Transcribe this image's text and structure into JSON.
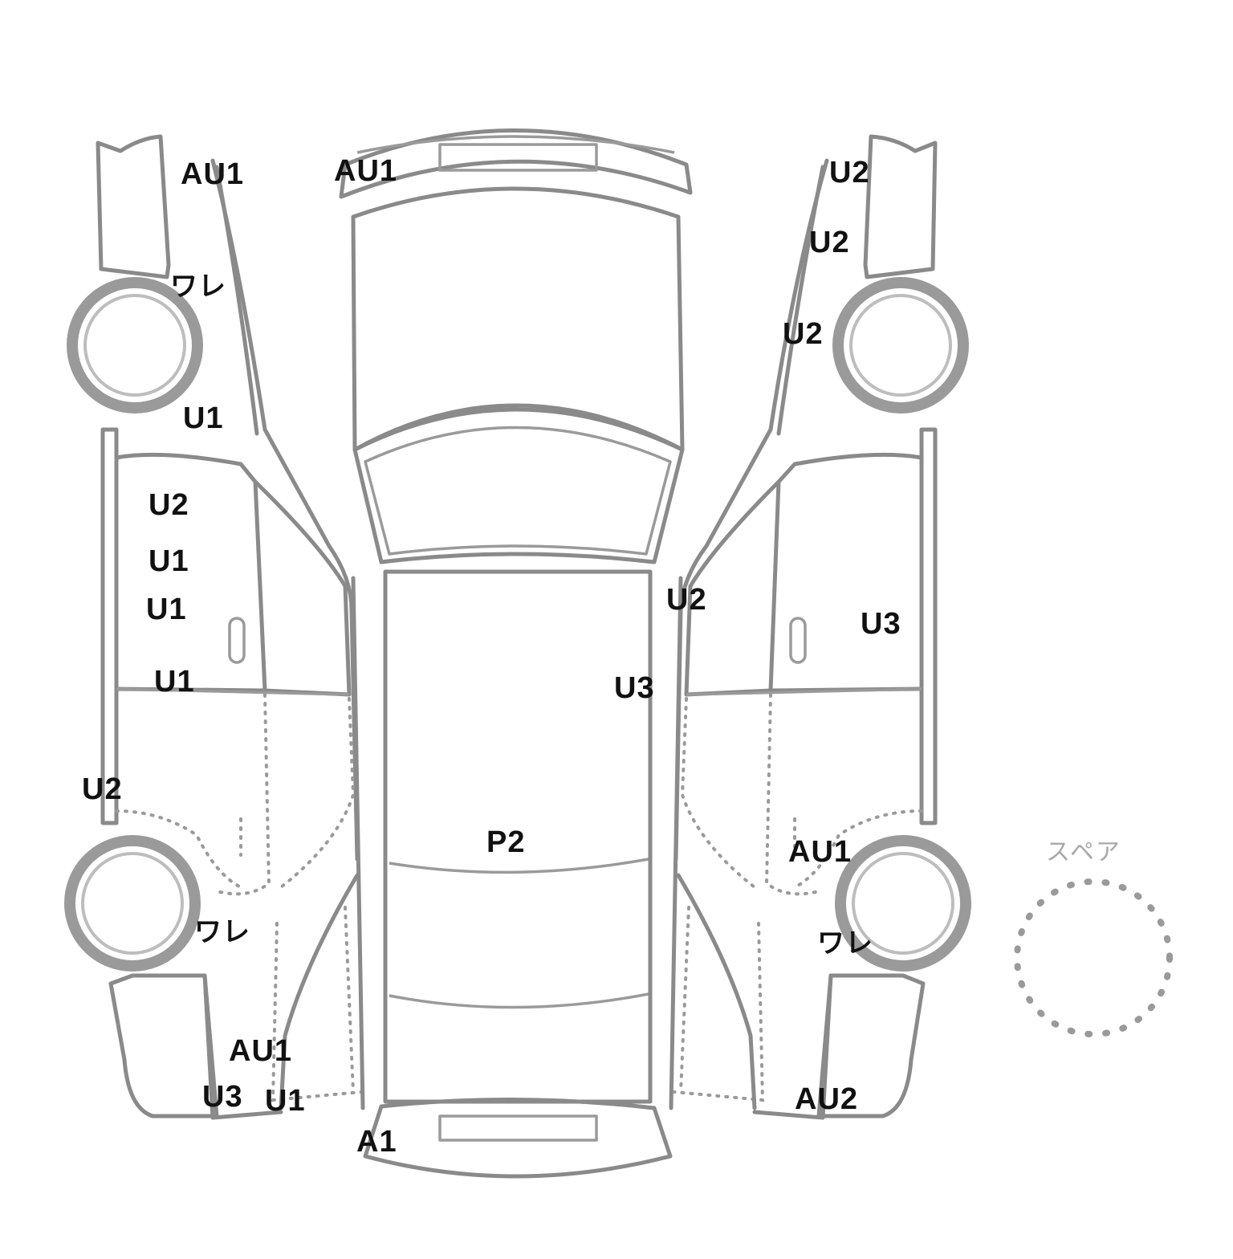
{
  "spare_label": "スペア",
  "marks": {
    "left_1": "AU1",
    "left_2": "ワレ",
    "left_3": "U1",
    "left_4": "U2",
    "left_5": "U1",
    "left_6": "U1",
    "left_7": "U1",
    "left_8": "U2",
    "left_9": "ワレ",
    "left_10": "AU1",
    "left_11": "U3",
    "left_12": "U1",
    "top_1": "AU1",
    "top_2": "U2",
    "top_3": "U3",
    "top_4": "P2",
    "top_5": "A1",
    "right_1": "U2",
    "right_2": "U2",
    "right_3": "U2",
    "right_4": "U3",
    "right_5": "AU1",
    "right_6": "ワレ",
    "right_7": "AU2"
  }
}
